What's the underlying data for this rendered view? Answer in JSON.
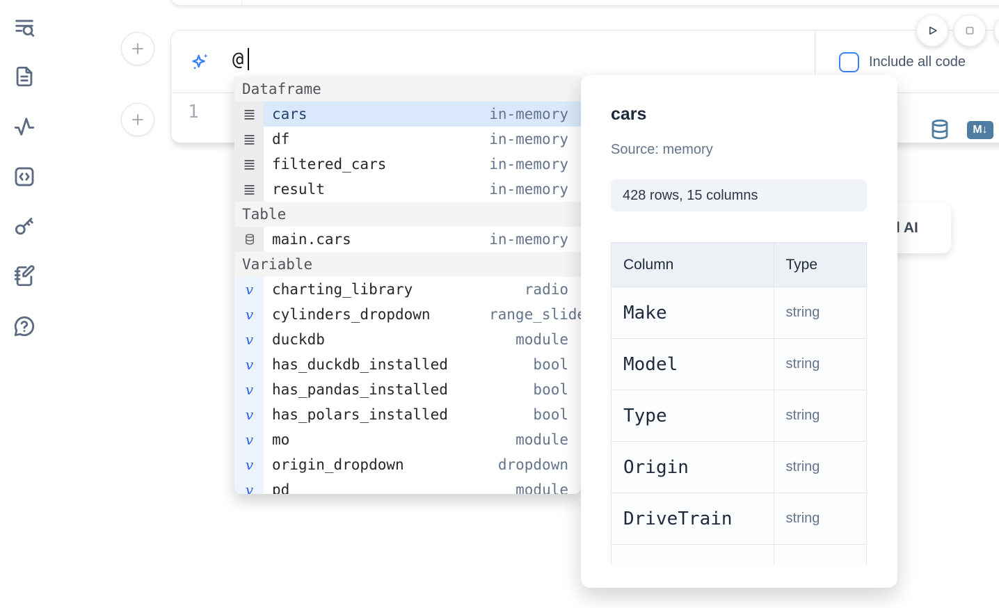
{
  "colors": {
    "accent_blue": "#3b82f6",
    "steel_blue": "#4e7da1",
    "selected_row_bg": "#d9e9fb",
    "muted_text": "#64748b"
  },
  "sidebar": {
    "icons": [
      {
        "name": "list-search-icon"
      },
      {
        "name": "file-document-icon"
      },
      {
        "name": "activity-icon"
      },
      {
        "name": "code-snippets-icon"
      },
      {
        "name": "key-icon"
      },
      {
        "name": "notebook-edit-icon"
      },
      {
        "name": "help-chat-icon"
      }
    ]
  },
  "toolbar": {
    "run_icon": "play",
    "stop_icon": "square",
    "include_all_code": {
      "label": "Include all code",
      "checked": false
    }
  },
  "ai_input": {
    "value": "@",
    "icon": "sparkles"
  },
  "editor": {
    "line_number": "1"
  },
  "cell_actions": {
    "database_icon": "database",
    "markdown_label": "M↓"
  },
  "autocomplete": {
    "sections": [
      {
        "label": "Dataframe",
        "items": [
          {
            "icon": "rows",
            "name": "cars",
            "type": "in-memory",
            "selected": true
          },
          {
            "icon": "rows",
            "name": "df",
            "type": "in-memory"
          },
          {
            "icon": "rows",
            "name": "filtered_cars",
            "type": "in-memory"
          },
          {
            "icon": "rows",
            "name": "result",
            "type": "in-memory"
          }
        ]
      },
      {
        "label": "Table",
        "items": [
          {
            "icon": "database",
            "name": "main.cars",
            "type": "in-memory"
          }
        ]
      },
      {
        "label": "Variable",
        "items": [
          {
            "icon": "v",
            "name": "charting_library",
            "type": "radio"
          },
          {
            "icon": "v",
            "name": "cylinders_dropdown",
            "type": "range_slider"
          },
          {
            "icon": "v",
            "name": "duckdb",
            "type": "module"
          },
          {
            "icon": "v",
            "name": "has_duckdb_installed",
            "type": "bool"
          },
          {
            "icon": "v",
            "name": "has_pandas_installed",
            "type": "bool"
          },
          {
            "icon": "v",
            "name": "has_polars_installed",
            "type": "bool"
          },
          {
            "icon": "v",
            "name": "mo",
            "type": "module"
          },
          {
            "icon": "v",
            "name": "origin_dropdown",
            "type": "dropdown"
          },
          {
            "icon": "v",
            "name": "pd",
            "type": "module",
            "clipped": true
          }
        ]
      }
    ]
  },
  "preview": {
    "title": "cars",
    "source_label": "Source: memory",
    "shape_label": "428 rows, 15 columns",
    "table": {
      "headers": [
        "Column",
        "Type"
      ],
      "rows": [
        [
          "Make",
          "string"
        ],
        [
          "Model",
          "string"
        ],
        [
          "Type",
          "string"
        ],
        [
          "Origin",
          "string"
        ],
        [
          "DriveTrain",
          "string"
        ]
      ]
    }
  },
  "overlay": {
    "partial_ai_label": "l AI"
  }
}
